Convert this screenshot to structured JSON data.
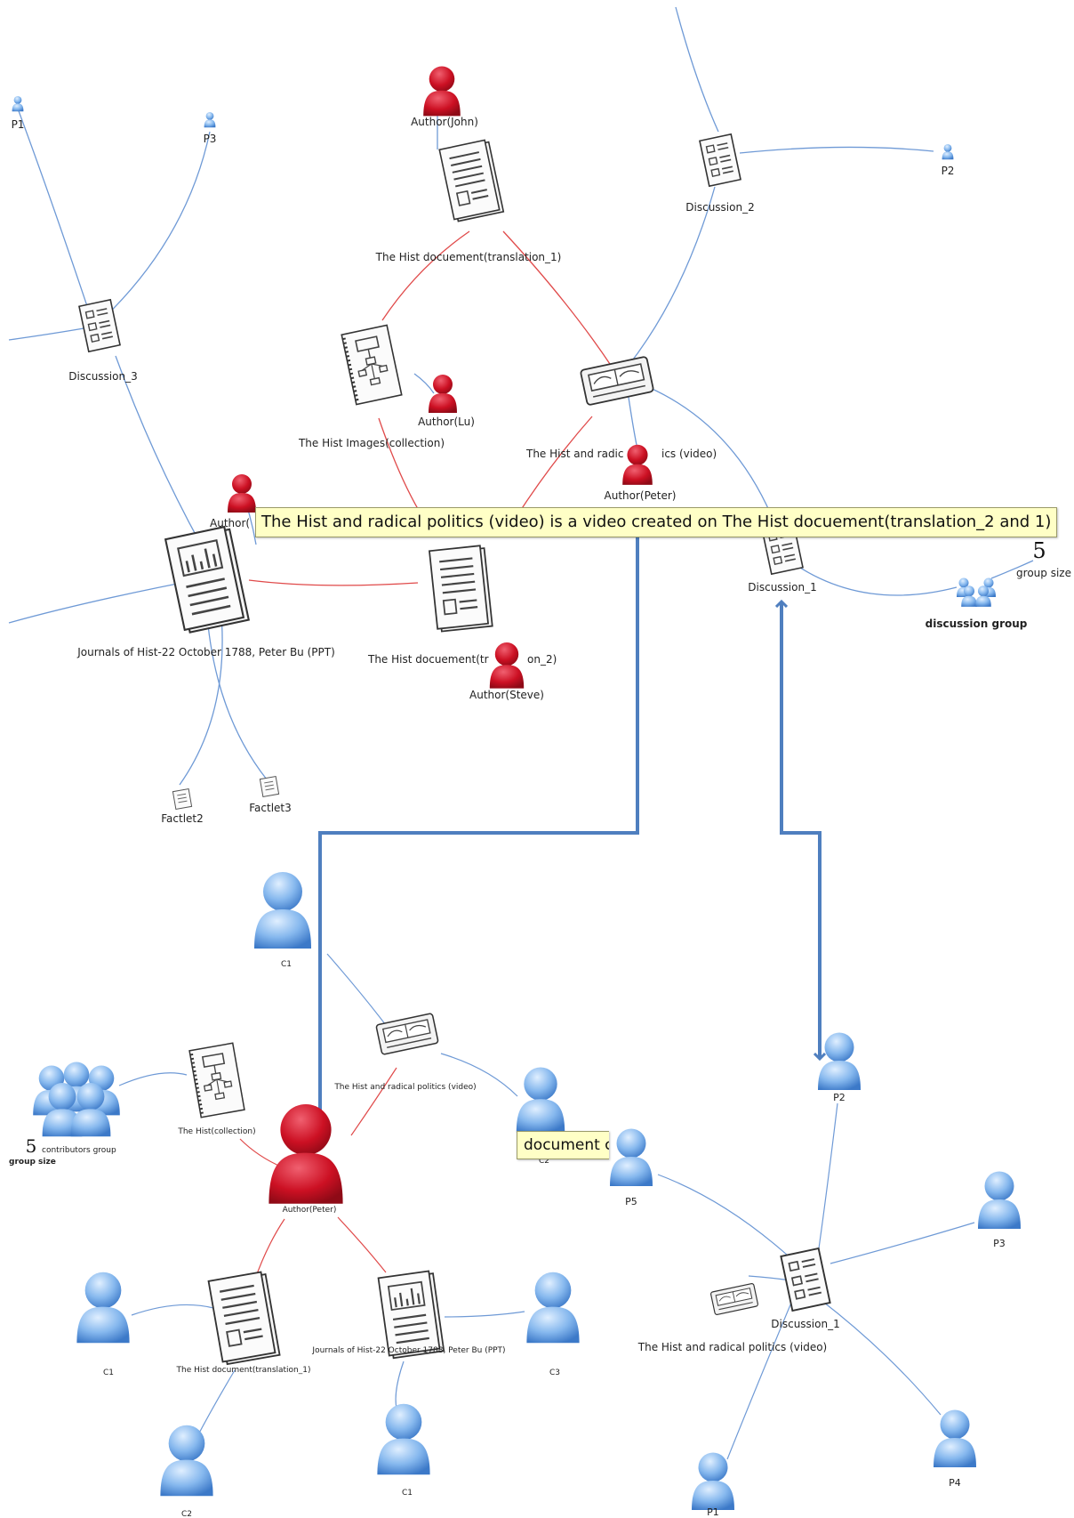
{
  "tooltips": {
    "main": "The Hist and radical politics (video) is a video created on The Hist docuement(translation_2 and 1)",
    "clipped": "document c"
  },
  "top_graph": {
    "people": [
      "P1",
      "P3",
      "P2"
    ],
    "authors": [
      "Author(John)",
      "Author(Lu)",
      "Author(Peter)",
      "Author(",
      "Author(Steve)"
    ],
    "documents": {
      "translation_1": "The Hist docuement(translation_1)",
      "images": "The Hist Images(collection)",
      "video_left": "The Hist and radic",
      "video_right": "ics (video)",
      "journals": "Journals of Hist-22 October 1788, Peter Bu (PPT)",
      "translation_2_left": "The Hist docuement(tr",
      "translation_2_right": "on_2)"
    },
    "discussions": [
      "Discussion_2",
      "Discussion_3",
      "Discussion_1"
    ],
    "factlets": [
      "Factlet2",
      "Factlet3"
    ],
    "group": {
      "size": "5",
      "size_label": "group size",
      "name": "discussion group"
    }
  },
  "bottom_left_graph": {
    "contributors": [
      "C1",
      "C2",
      "C1",
      "C3",
      "C2",
      "C1"
    ],
    "center_author": "Author(Peter)",
    "documents": {
      "video": "The Hist and radical politics (video)",
      "collection": "The Hist(collection)",
      "translation_1": "The Hist document(translation_1)",
      "journals": "Journals of Hist-22 October 1788, Peter Bu (PPT)"
    },
    "group": {
      "size": "5",
      "name": "contributors group",
      "size_label": "group size"
    }
  },
  "bottom_right_graph": {
    "people": [
      "P2",
      "P5",
      "P3",
      "P4",
      "P1"
    ],
    "discussion": "Discussion_1",
    "video": "The Hist and radical politics (video)"
  },
  "colors": {
    "edge_blue": "#6f9ad6",
    "edge_red": "#e04a4a",
    "author_red": "#c8102e",
    "person_blue": "#7fb2ea",
    "arrow_blue": "#4f7fbf",
    "tooltip_bg": "#ffffc6"
  }
}
